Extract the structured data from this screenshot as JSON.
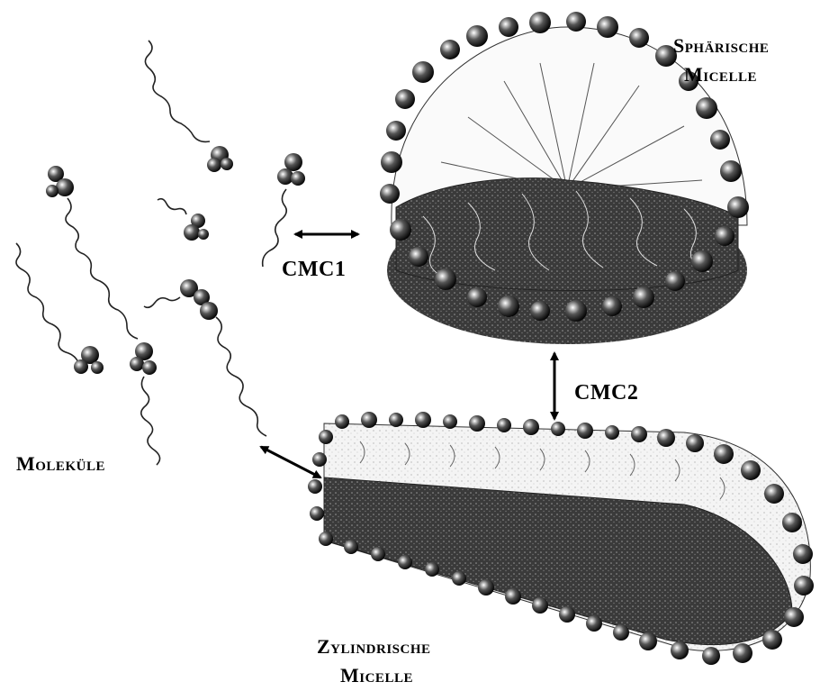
{
  "labels": {
    "spherical_line1": "Sphärische",
    "spherical_line2": "Micelle",
    "molecules": "Moleküle",
    "cylindrical_line1": "Zylindrische",
    "cylindrical_line2": "Micelle",
    "cmc1": "CMC1",
    "cmc2": "CMC2"
  },
  "colors": {
    "ink": "#000000",
    "core_dark": "#2a2a2a",
    "core_mid": "#5a5a5a",
    "shell_light": "#e6e6e6"
  }
}
